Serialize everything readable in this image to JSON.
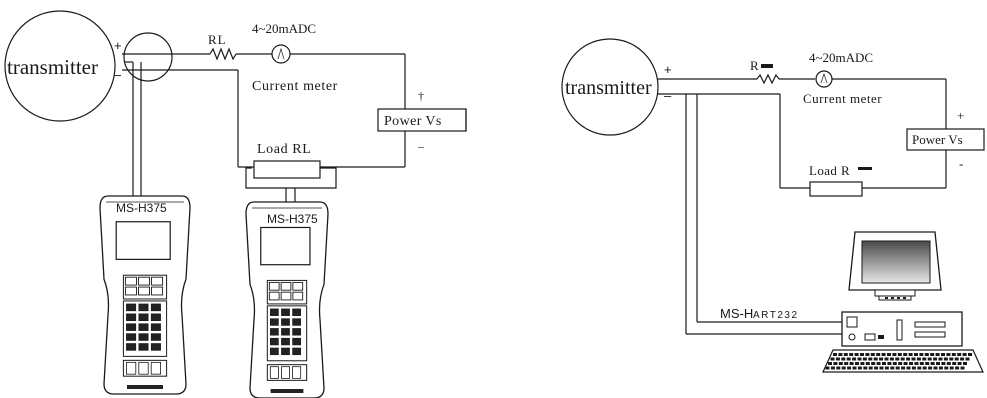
{
  "left": {
    "transmitter_label": "transmitter",
    "plus": "+",
    "minus": "−",
    "resistor_label": "RL",
    "current_range": "4~20mADC",
    "meter_label": "Current meter",
    "power_label": "Power Vs",
    "power_plus": "†",
    "power_minus": "–",
    "load_label": "Load RL",
    "device1_label": "MS-H375",
    "device2_label": "MS-H375"
  },
  "right": {
    "transmitter_label": "transmitter",
    "plus": "+",
    "minus": "–",
    "resistor_label": "R",
    "current_range": "4~20mADC",
    "meter_label": "Current meter",
    "power_label": "Power Vs",
    "power_plus": "+",
    "power_minus": "-",
    "load_label": "Load R",
    "interface_label_a": "MS-H",
    "interface_label_b": "ART232"
  },
  "icons": {
    "meter": "ammeter-icon",
    "handheld": "hart-communicator-icon",
    "computer": "desktop-computer-icon"
  }
}
